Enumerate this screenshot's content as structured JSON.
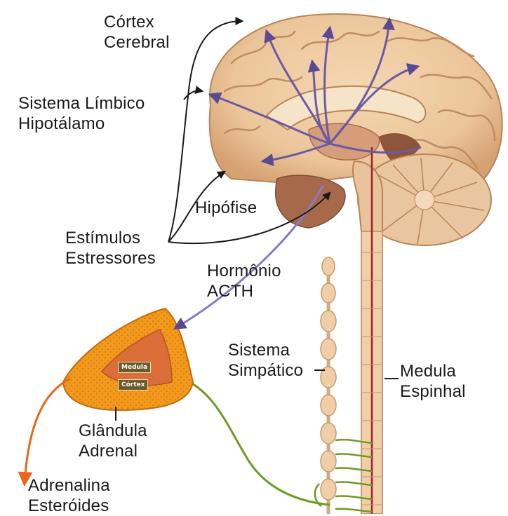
{
  "labels": {
    "cortex_cerebral": [
      "Córtex",
      "Cerebral"
    ],
    "sistema_limbico": [
      "Sistema Límbico",
      "Hipotálamo"
    ],
    "hipofise": "Hipófise",
    "estimulos": [
      "Estímulos",
      "Estressores"
    ],
    "hormonio": [
      "Hormônio",
      "ACTH"
    ],
    "sistema_simpatico": [
      "Sistema",
      "Simpático"
    ],
    "medula_espinhal": [
      "Medula",
      "Espinhal"
    ],
    "glandula_adrenal": [
      "Glândula",
      "Adrenal"
    ],
    "adrenalina": [
      "Adrenalina",
      "Esteróides"
    ],
    "adrenal_medula": "Medula",
    "adrenal_cortex": "Córtex"
  },
  "colors": {
    "brain": "#ecc59a",
    "brain_shadow": "#c98d63",
    "pathway": "#6b5aa3",
    "spinal_cord_line": "#a3202a",
    "adrenal": "#f29a1d",
    "sympathetic_nerve": "#6f9a26",
    "output_arrow": "#e8671d",
    "spine": "#f0cfa8"
  }
}
